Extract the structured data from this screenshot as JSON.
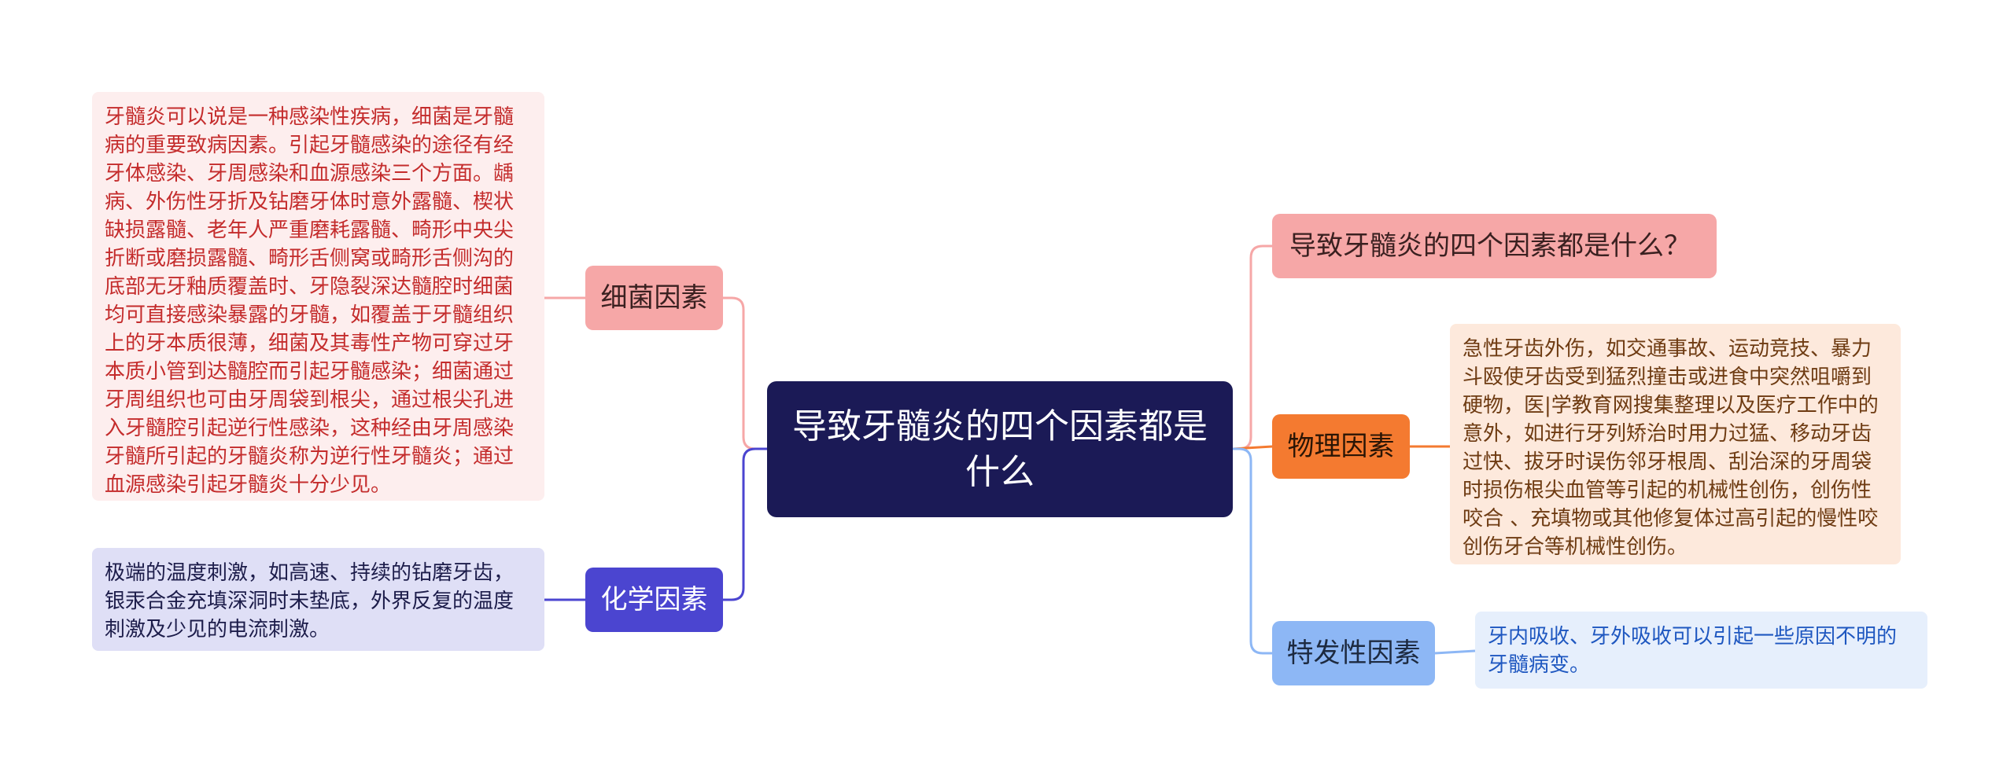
{
  "root": {
    "label": "导致牙髓炎的四个因素都是什么"
  },
  "branches": {
    "bacteria": {
      "label": "细菌因素",
      "color": "#f6a7a7",
      "detail": "牙髓炎可以说是一种感染性疾病，细菌是牙髓病的重要致病因素。引起牙髓感染的途径有经牙体感染、牙周感染和血源感染三个方面。龋病、外伤性牙折及钻磨牙体时意外露髓、楔状缺损露髓、老年人严重磨耗露髓、畸形中央尖折断或磨损露髓、畸形舌侧窝或畸形舌侧沟的底部无牙釉质覆盖时、牙隐裂深达髓腔时细菌均可直接感染暴露的牙髓，如覆盖于牙髓组织上的牙本质很薄，细菌及其毒性产物可穿过牙本质小管到达髓腔而引起牙髓感染；细菌通过牙周组织也可由牙周袋到根尖，通过根尖孔进入牙髓腔引起逆行性感染，这种经由牙周感染牙髓所引起的牙髓炎称为逆行性牙髓炎；通过血源感染引起牙髓炎十分少见。"
    },
    "chemical": {
      "label": "化学因素",
      "color": "#4b45d0",
      "detail": "极端的温度刺激，如高速、持续的钻磨牙齿，银汞合金充填深洞时未垫底，外界反复的温度刺激及少见的电流刺激。"
    },
    "question": {
      "label": "导致牙髓炎的四个因素都是什么？",
      "color": "#f6a7a7"
    },
    "physical": {
      "label": "物理因素",
      "color": "#f47a30",
      "detail": "急性牙齿外伤，如交通事故、运动竞技、暴力斗殴使牙齿受到猛烈撞击或进食中突然咀嚼到硬物，医|学教育网搜集整理以及医疗工作中的意外，如进行牙列矫治时用力过猛、移动牙齿过快、拔牙时误伤邻牙根周、刮治深的牙周袋时损伤根尖血管等引起的机械性创伤，创伤性咬合 、充填物或其他修复体过高引起的慢性咬创伤牙合等机械性创伤。"
    },
    "idiopathic": {
      "label": "特发性因素",
      "color": "#8db7f5",
      "detail": "牙内吸收、牙外吸收可以引起一些原因不明的牙髓病变。"
    }
  }
}
